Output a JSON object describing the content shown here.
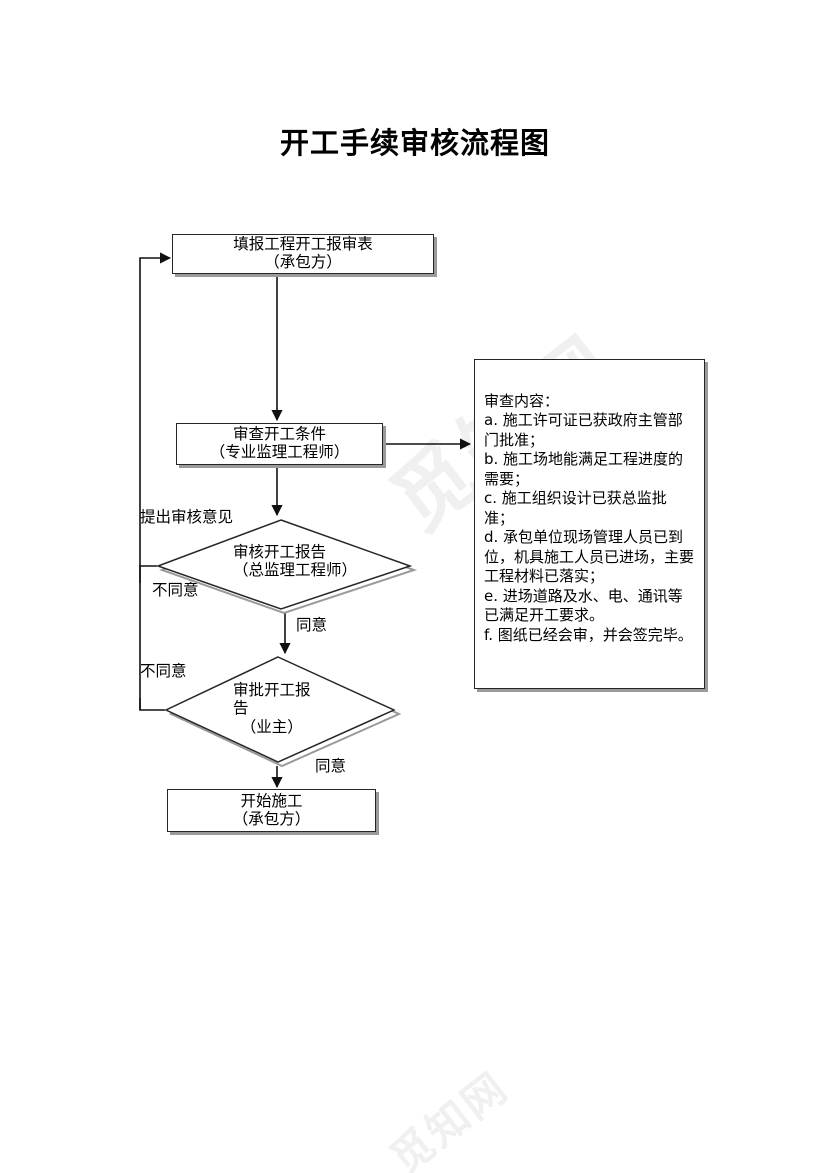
{
  "page": {
    "title": "开工手续审核流程图",
    "watermark": "觅知网",
    "background_color": "#ffffff",
    "line_color": "#262626",
    "shadow_color": "#9a9a9a"
  },
  "nodes": {
    "fill_form": {
      "id": "fill-application-form",
      "shape": "process",
      "text": "填报工程开工报审表\n（承包方）"
    },
    "review_conditions": {
      "id": "review-start-conditions",
      "shape": "process",
      "text": "审查开工条件\n（专业监理工程师）"
    },
    "review_report": {
      "id": "review-start-report",
      "shape": "decision",
      "text": "审核开工报告\n（总监理工程师）"
    },
    "approve_report": {
      "id": "approve-start-report",
      "shape": "decision",
      "text": "审批开工报\n告\n　（业主）"
    },
    "begin_work": {
      "id": "begin-construction",
      "shape": "process",
      "text": "开始施工\n（承包方）"
    }
  },
  "note_panel": {
    "heading": "审查内容：",
    "body": "a. 施工许可证已获政府主管部门批准；\nb. 施工场地能满足工程进度的需要；\nc. 施工组织设计已获总监批准；\nd. 承包单位现场管理人员已到位，机具施工人员已进场，主要工程材料已落实；\ne. 进场道路及水、电、通讯等已满足开工要求。\nf. 图纸已经会审，并会签完毕。",
    "full_text": "审查内容：\na. 施工许可证已获政府主管部门批准；\nb. 施工场地能满足工程进度的需要；\nc. 施工组织设计已获总监批准；\nd. 承包单位现场管理人员已到位，机具施工人员已进场，主要工程材料已落实；\ne. 进场道路及水、电、通讯等已满足开工要求。\nf. 图纸已经会审，并会签完毕。"
  },
  "edge_labels": {
    "submit_opinion": "提出审核意见",
    "reject_upper": "不同意",
    "agree_upper": "同意",
    "reject_lower": "不同意",
    "agree_lower": "同意"
  }
}
